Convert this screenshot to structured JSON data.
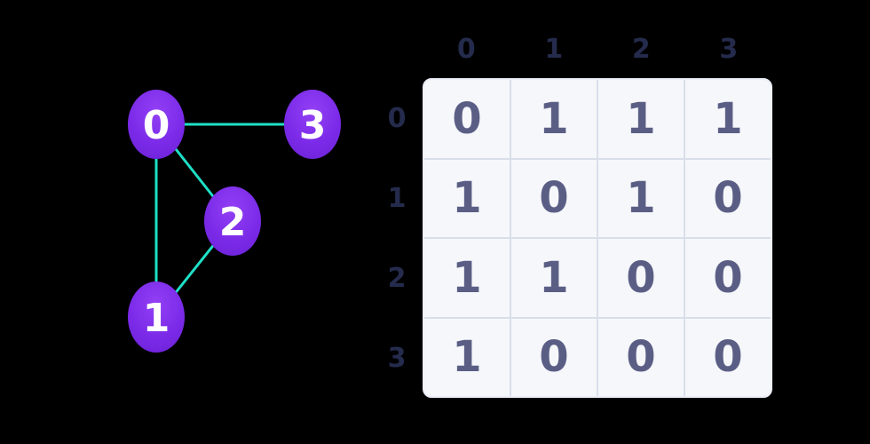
{
  "background_color": "#000000",
  "graph": {
    "nodes": [
      {
        "label": "0"
      },
      {
        "label": "1"
      },
      {
        "label": "2"
      },
      {
        "label": "3"
      }
    ],
    "edges": [
      "0-1",
      "0-2",
      "0-3",
      "1-2"
    ],
    "edge_color": "#1ee0c6",
    "node_gradient_top": "#9340f5",
    "node_gradient_bottom": "#6a1fd4",
    "node_label_color": "#ffffff"
  },
  "matrix": {
    "col_labels": [
      "0",
      "1",
      "2",
      "3"
    ],
    "row_labels": [
      "0",
      "1",
      "2",
      "3"
    ],
    "rows": [
      [
        "0",
        "1",
        "1",
        "1"
      ],
      [
        "1",
        "0",
        "1",
        "0"
      ],
      [
        "1",
        "1",
        "0",
        "0"
      ],
      [
        "1",
        "0",
        "0",
        "0"
      ]
    ],
    "axis_label_color": "#252b4c",
    "cell_text_color": "#5b5e84",
    "cell_background": "#f5f7fb",
    "grid_line_color": "#d9dfe9"
  }
}
